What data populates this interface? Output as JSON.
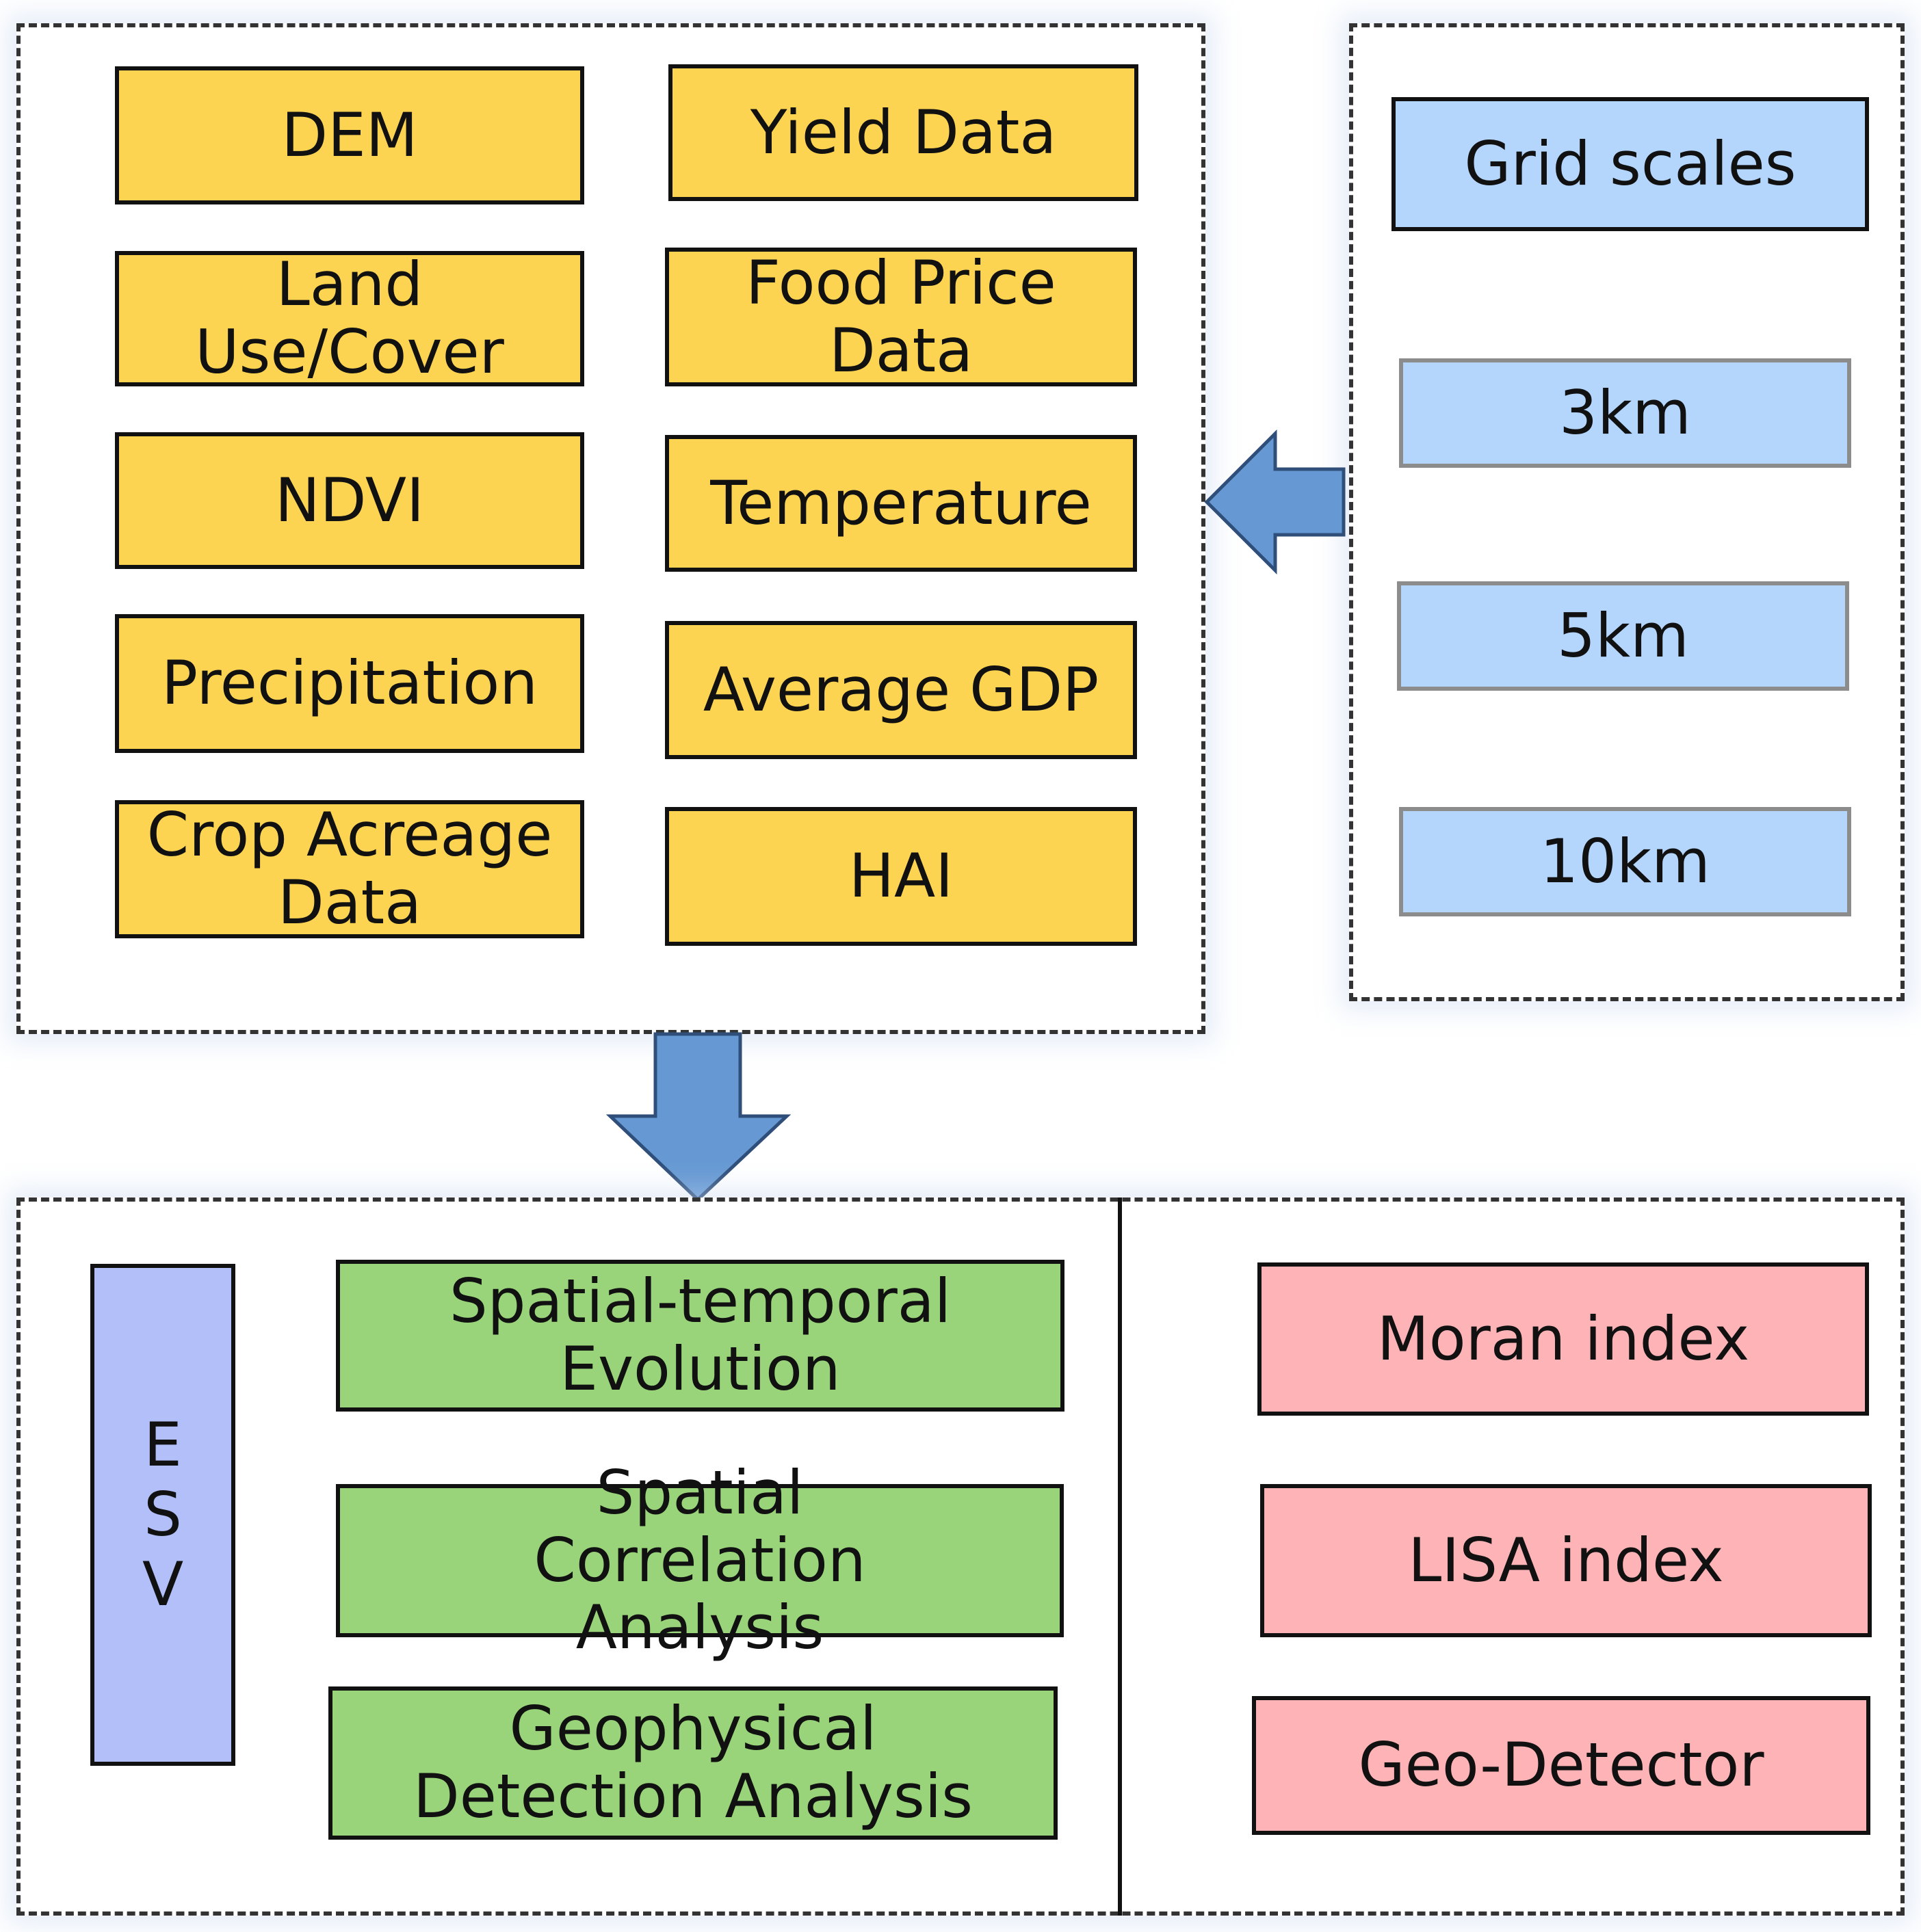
{
  "input_data": [
    "DEM",
    "Yield Data",
    "Land Use/Cover",
    "Food Price Data",
    "NDVI",
    "Temperature",
    "Precipitation",
    "Average GDP",
    "Crop Acreage Data",
    "HAI"
  ],
  "grid": {
    "header": "Grid scales",
    "scales": [
      "3km",
      "5km",
      "10km"
    ]
  },
  "esv_label": "ESV",
  "analyses": [
    "Spatial-temporal Evolution",
    "Spatial Correlation Analysis",
    "Geophysical Detection Analysis"
  ],
  "methods": [
    "Moran index",
    "LISA index",
    "Geo-Detector"
  ],
  "colors": {
    "data_box": "#fdd451",
    "grid_box": "#b4d6fd",
    "esv_box": "#b2bff8",
    "analysis_box": "#9ad47a",
    "method_box": "#feb3b7",
    "arrow": "#6699d3"
  }
}
